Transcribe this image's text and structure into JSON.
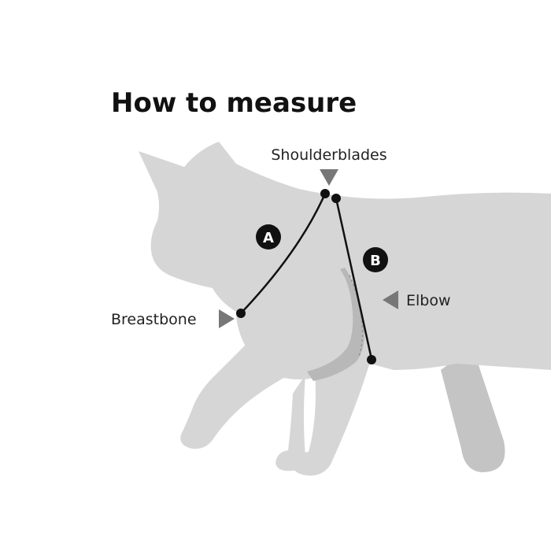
{
  "title": "How to measure",
  "labels": {
    "shoulderblades": "Shoulderblades",
    "breastbone": "Breastbone",
    "elbow": "Elbow"
  },
  "measurements": [
    {
      "id": "A"
    },
    {
      "id": "B"
    }
  ],
  "colors": {
    "silhouette": "#d6d6d6",
    "silhouette_shadow": "#c4c4c4",
    "harness": "#b8b8b8",
    "line": "#111111",
    "arrow": "#777777",
    "badge": "#111111"
  }
}
